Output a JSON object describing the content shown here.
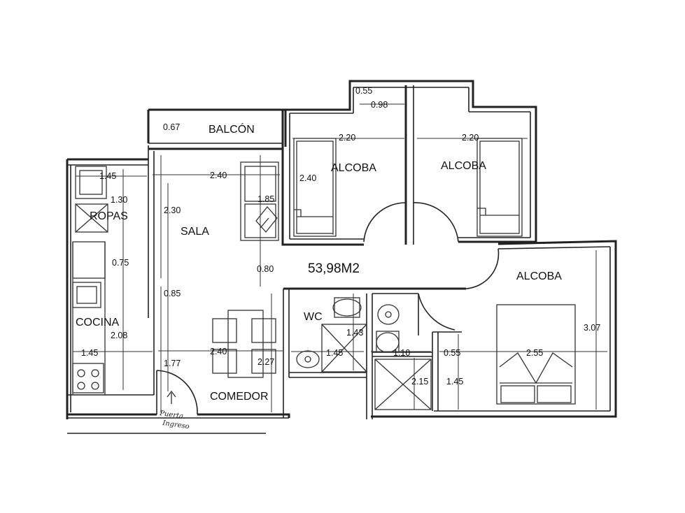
{
  "plan": {
    "total_area": "53,98M2",
    "rooms": {
      "balcon": "BALCÓN",
      "alcoba_1": "ALCOBA",
      "alcoba_2": "ALCOBA",
      "alcoba_3": "ALCOBA",
      "sala": "SALA",
      "ropas": "ROPAS",
      "cocina": "COCINA",
      "comedor": "COMEDOR",
      "wc": "WC"
    },
    "entrance_note_line1": "Puerta",
    "entrance_note_line2": "Ingreso",
    "dimensions": {
      "d_055_top": "0.55",
      "d_098": "0.98",
      "d_067": "0.67",
      "d_220_a": "2.20",
      "d_220_b": "2.20",
      "d_240_sala": "2.40",
      "d_240_alcoba": "2.40",
      "d_145_ropas": "1.45",
      "d_130": "1.30",
      "d_185": "1.85",
      "d_230": "2.30",
      "d_080": "0.80",
      "d_075": "0.75",
      "d_085": "0.85",
      "d_208": "2.08",
      "d_145_cocina": "1.45",
      "d_177": "1.77",
      "d_240_comedor": "2.40",
      "d_227": "2.27",
      "d_143": "1.43",
      "d_145_wc": "1.45",
      "d_110": "1.10",
      "d_055_bano": "0.55",
      "d_255": "2.55",
      "d_307": "3.07",
      "d_215": "2.15",
      "d_145_bano": "1.45"
    }
  }
}
